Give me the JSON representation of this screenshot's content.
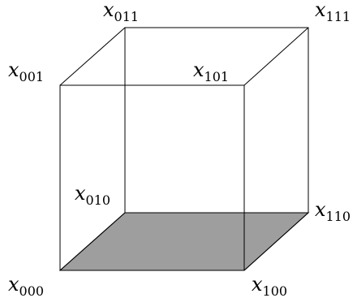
{
  "shaded_face": {
    "fill": "#9e9e9e"
  },
  "vertices": {
    "x000": {
      "base": "x",
      "sub": "000"
    },
    "x001": {
      "base": "x",
      "sub": "001"
    },
    "x010": {
      "base": "x",
      "sub": "010"
    },
    "x011": {
      "base": "x",
      "sub": "011"
    },
    "x100": {
      "base": "x",
      "sub": "100"
    },
    "x101": {
      "base": "x",
      "sub": "101"
    },
    "x110": {
      "base": "x",
      "sub": "110"
    },
    "x111": {
      "base": "x",
      "sub": "111"
    }
  }
}
